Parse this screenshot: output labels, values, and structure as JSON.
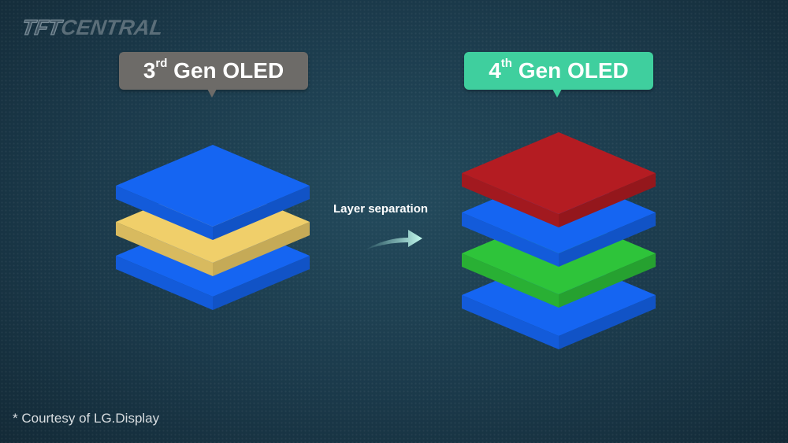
{
  "logo": {
    "part1": "TFT",
    "part2": "CENTRAL"
  },
  "left_label": {
    "num": "3",
    "sup": "rd",
    "rest": " Gen OLED"
  },
  "right_label": {
    "num": "4",
    "sup": "th",
    "rest": " Gen OLED"
  },
  "arrow_label": "Layer separation",
  "footnote": "* Courtesy of LG.Display",
  "stacks": {
    "left": [
      {
        "name": "blue",
        "color": "#1565f2"
      },
      {
        "name": "yellow",
        "color": "#f0cf6a"
      },
      {
        "name": "blue",
        "color": "#1565f2"
      }
    ],
    "right": [
      {
        "name": "red",
        "color": "#b41c22"
      },
      {
        "name": "blue",
        "color": "#1565f2"
      },
      {
        "name": "green",
        "color": "#2ec43a"
      },
      {
        "name": "blue",
        "color": "#1565f2"
      }
    ]
  }
}
